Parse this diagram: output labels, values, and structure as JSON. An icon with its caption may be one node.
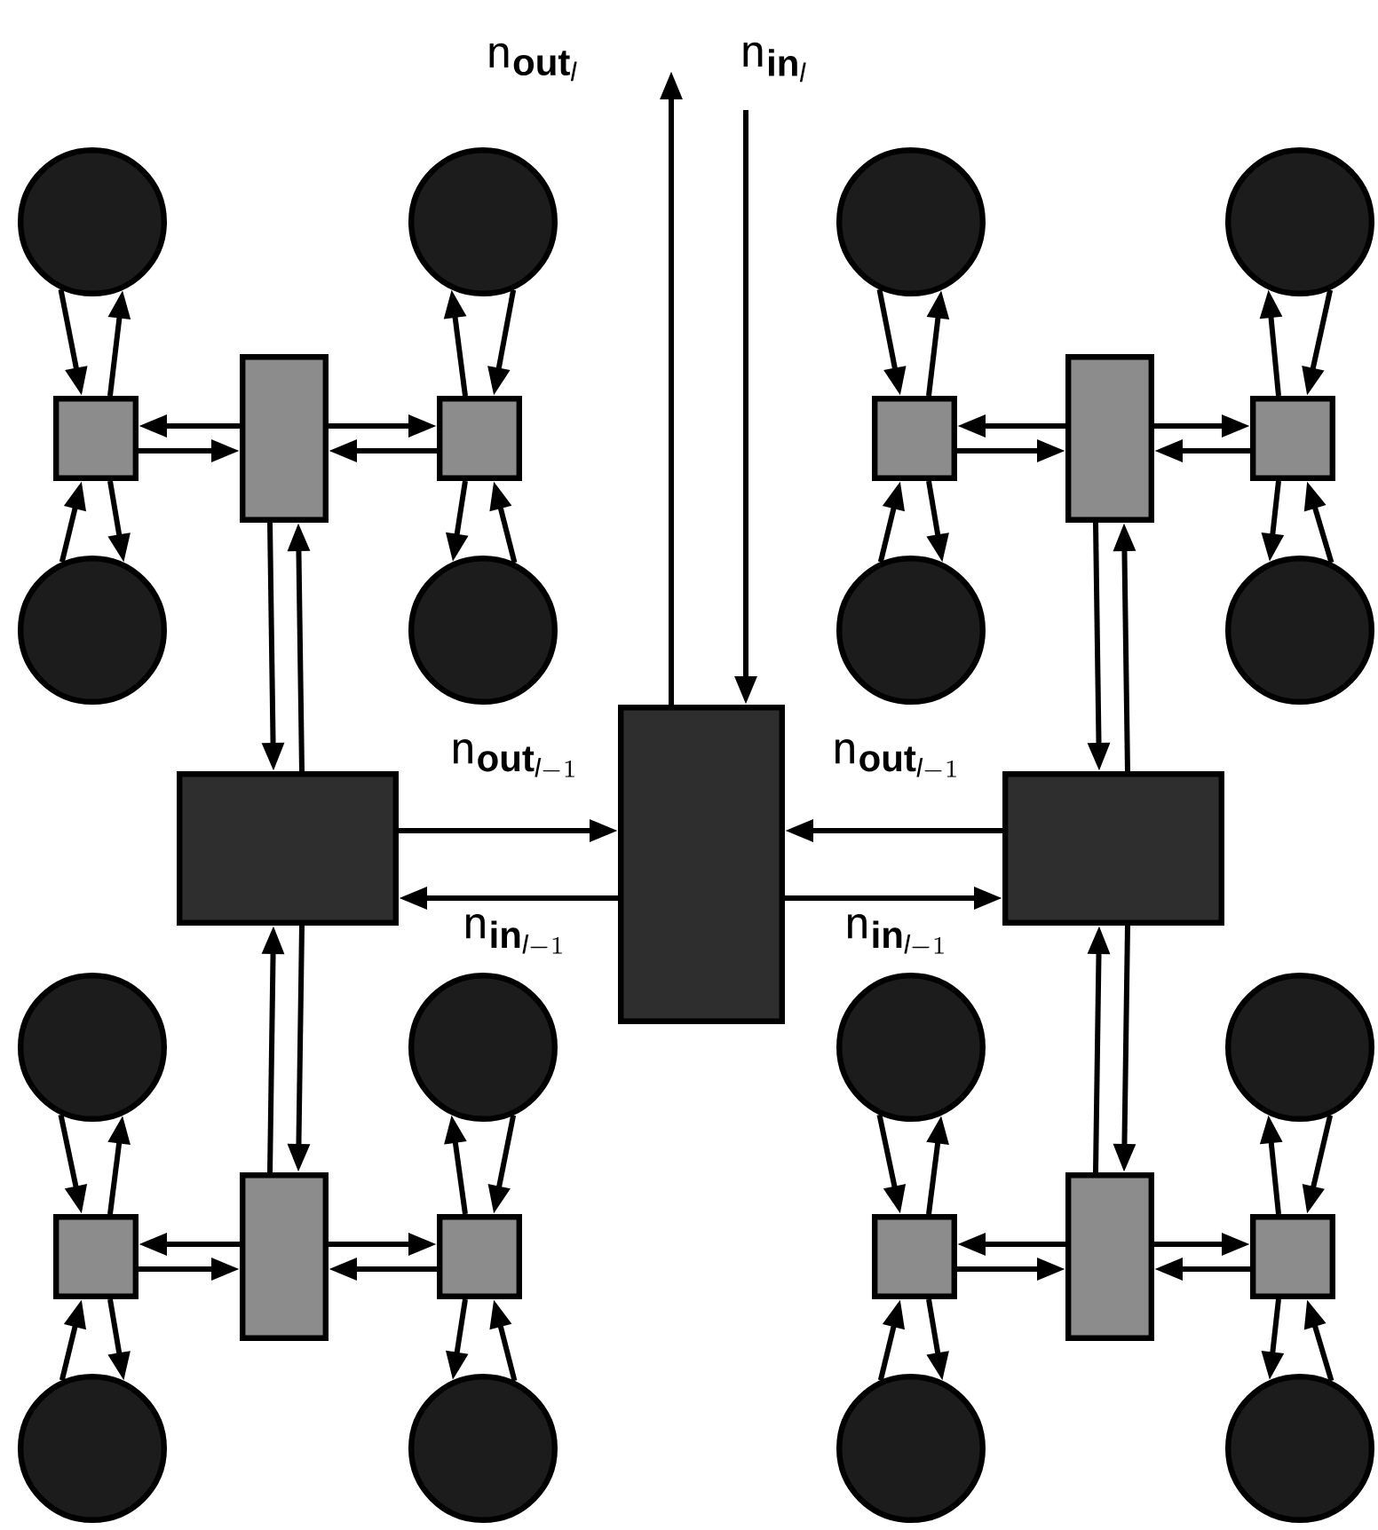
{
  "diagram": {
    "nodes": [
      {
        "text": [],
        "shape": "circle"
      },
      {
        "text": [],
        "shape": "circle"
      },
      {
        "text": [],
        "shape": "circle"
      },
      {
        "text": [],
        "shape": "circle"
      },
      {
        "text": [],
        "shape": "box"
      },
      {
        "text": [],
        "shape": "box"
      },
      {
        "text": [],
        "shape": "box"
      },
      {
        "text": [],
        "shape": "box"
      },
      {
        "text": [],
        "shape": "box"
      },
      {
        "text": [],
        "shape": "box"
      },
      {
        "text": [],
        "shape": "circle"
      },
      {
        "text": [],
        "shape": "circle"
      },
      {
        "text": [],
        "shape": "circle"
      },
      {
        "text": [],
        "shape": "circle"
      },
      {
        "text": [],
        "shape": "box"
      },
      {
        "text": [],
        "shape": "box"
      },
      {
        "text": [],
        "shape": "box"
      },
      {
        "text": [],
        "shape": "circle"
      },
      {
        "text": [],
        "shape": "circle"
      },
      {
        "text": [],
        "shape": "circle"
      },
      {
        "text": [],
        "shape": "circle"
      },
      {
        "text": [],
        "shape": "box"
      },
      {
        "text": [],
        "shape": "box"
      },
      {
        "text": [],
        "shape": "box"
      },
      {
        "text": [],
        "shape": "box"
      },
      {
        "text": [],
        "shape": "box"
      },
      {
        "text": [],
        "shape": "box"
      },
      {
        "text": [],
        "shape": "circle"
      },
      {
        "text": [],
        "shape": "circle"
      },
      {
        "text": [],
        "shape": "circle"
      },
      {
        "text": [],
        "shape": "circle"
      }
    ],
    "edges": [
      {
        "from": 5,
        "to": 4,
        "arrow": "to"
      },
      {
        "from": 4,
        "to": 5,
        "arrow": "to"
      },
      {
        "from": 5,
        "to": 6,
        "arrow": "to"
      },
      {
        "from": 6,
        "to": 5,
        "arrow": "to"
      },
      {
        "from": 0,
        "to": 4,
        "arrow": "to"
      },
      {
        "from": 4,
        "to": 0,
        "arrow": "to"
      },
      {
        "from": 10,
        "to": 4,
        "arrow": "to"
      },
      {
        "from": 4,
        "to": 10,
        "arrow": "to"
      },
      {
        "from": 1,
        "to": 6,
        "arrow": "to"
      },
      {
        "from": 6,
        "to": 1,
        "arrow": "to"
      },
      {
        "from": 11,
        "to": 6,
        "arrow": "to"
      },
      {
        "from": 6,
        "to": 11,
        "arrow": "to"
      },
      {
        "from": 5,
        "to": 14,
        "arrow": "to"
      },
      {
        "from": 14,
        "to": 5,
        "arrow": "to"
      },
      {
        "from": 8,
        "to": 7,
        "arrow": "to"
      },
      {
        "from": 7,
        "to": 8,
        "arrow": "to"
      },
      {
        "from": 8,
        "to": 9,
        "arrow": "to"
      },
      {
        "from": 9,
        "to": 8,
        "arrow": "to"
      },
      {
        "from": 2,
        "to": 7,
        "arrow": "to"
      },
      {
        "from": 7,
        "to": 2,
        "arrow": "to"
      },
      {
        "from": 12,
        "to": 7,
        "arrow": "to"
      },
      {
        "from": 7,
        "to": 12,
        "arrow": "to"
      },
      {
        "from": 3,
        "to": 9,
        "arrow": "to"
      },
      {
        "from": 9,
        "to": 3,
        "arrow": "to"
      },
      {
        "from": 13,
        "to": 9,
        "arrow": "to"
      },
      {
        "from": 9,
        "to": 13,
        "arrow": "to"
      },
      {
        "from": 8,
        "to": 16,
        "arrow": "to"
      },
      {
        "from": 16,
        "to": 8,
        "arrow": "to"
      },
      {
        "from": 22,
        "to": 21,
        "arrow": "to"
      },
      {
        "from": 21,
        "to": 22,
        "arrow": "to"
      },
      {
        "from": 22,
        "to": 23,
        "arrow": "to"
      },
      {
        "from": 23,
        "to": 22,
        "arrow": "to"
      },
      {
        "from": 17,
        "to": 21,
        "arrow": "to"
      },
      {
        "from": 21,
        "to": 17,
        "arrow": "to"
      },
      {
        "from": 27,
        "to": 21,
        "arrow": "to"
      },
      {
        "from": 21,
        "to": 27,
        "arrow": "to"
      },
      {
        "from": 18,
        "to": 23,
        "arrow": "to"
      },
      {
        "from": 23,
        "to": 18,
        "arrow": "to"
      },
      {
        "from": 28,
        "to": 23,
        "arrow": "to"
      },
      {
        "from": 23,
        "to": 28,
        "arrow": "to"
      },
      {
        "from": 22,
        "to": 14,
        "arrow": "to"
      },
      {
        "from": 14,
        "to": 22,
        "arrow": "to"
      },
      {
        "from": 25,
        "to": 24,
        "arrow": "to"
      },
      {
        "from": 24,
        "to": 25,
        "arrow": "to"
      },
      {
        "from": 25,
        "to": 26,
        "arrow": "to"
      },
      {
        "from": 26,
        "to": 25,
        "arrow": "to"
      },
      {
        "from": 19,
        "to": 24,
        "arrow": "to"
      },
      {
        "from": 24,
        "to": 19,
        "arrow": "to"
      },
      {
        "from": 29,
        "to": 24,
        "arrow": "to"
      },
      {
        "from": 24,
        "to": 29,
        "arrow": "to"
      },
      {
        "from": 20,
        "to": 26,
        "arrow": "to"
      },
      {
        "from": 26,
        "to": 20,
        "arrow": "to"
      },
      {
        "from": 30,
        "to": 26,
        "arrow": "to"
      },
      {
        "from": 26,
        "to": 30,
        "arrow": "to"
      },
      {
        "from": 25,
        "to": 16,
        "arrow": "to"
      },
      {
        "from": 16,
        "to": 25,
        "arrow": "to"
      },
      {
        "from": 14,
        "to": 15,
        "arrow": "to",
        "label": "\\mathsf{n}_{\\mathbf{out}_{\\mathit{l}-1}}"
      },
      {
        "from": 15,
        "to": 14,
        "arrow": "to",
        "label": "\\mathsf{n}_{\\mathbf{in}_{\\mathit{l}-1}}"
      },
      {
        "from": 16,
        "to": 15,
        "arrow": "to",
        "label": "\\mathsf{n}_{\\mathbf{out}_{\\mathit{l}-1}}"
      },
      {
        "from": 15,
        "to": 16,
        "arrow": "to",
        "label": "\\mathsf{n}_{\\mathbf{in}_{\\mathit{l}-1}}"
      },
      {
        "from": 15,
        "to": null,
        "arrow": "to",
        "label": "\\mathsf{n}_{\\mathbf{out}_{\\mathit{l}}}"
      },
      {
        "from": null,
        "to": 15,
        "arrow": "to",
        "label": "\\mathsf{n}_{\\mathbf{in}_{\\mathit{l}}}"
      }
    ]
  }
}
